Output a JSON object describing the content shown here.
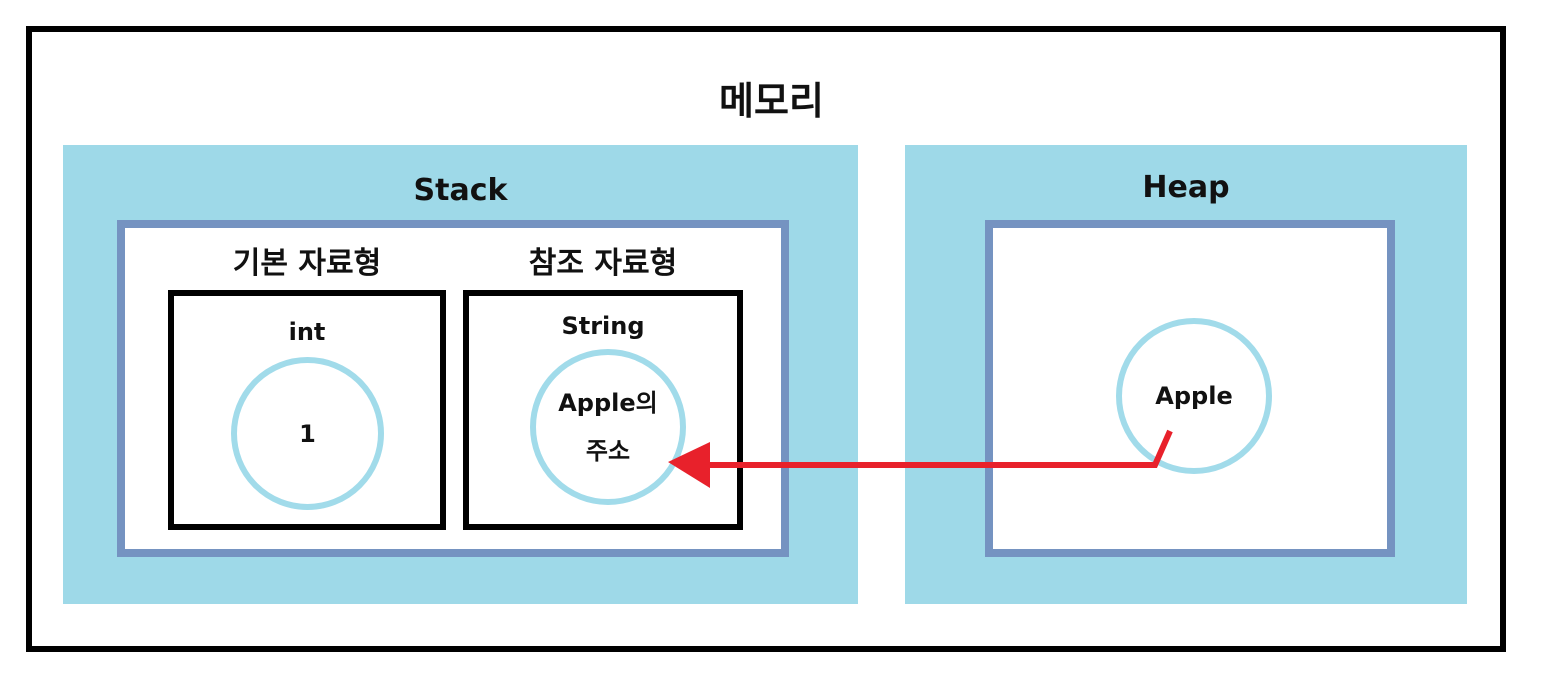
{
  "memory": {
    "title": "메모리"
  },
  "stack": {
    "title": "Stack",
    "primitive": {
      "title": "기본 자료형",
      "type": "int",
      "value": "1"
    },
    "reference": {
      "title": "참조 자료형",
      "type": "String",
      "value_line1": "Apple의",
      "value_line2": "주소"
    }
  },
  "heap": {
    "title": "Heap",
    "object": "Apple"
  },
  "colors": {
    "region_fill": "#9ed9e8",
    "inner_border": "#7593c1",
    "circle_stroke": "#a1dbea",
    "arrow": "#e8212b"
  }
}
